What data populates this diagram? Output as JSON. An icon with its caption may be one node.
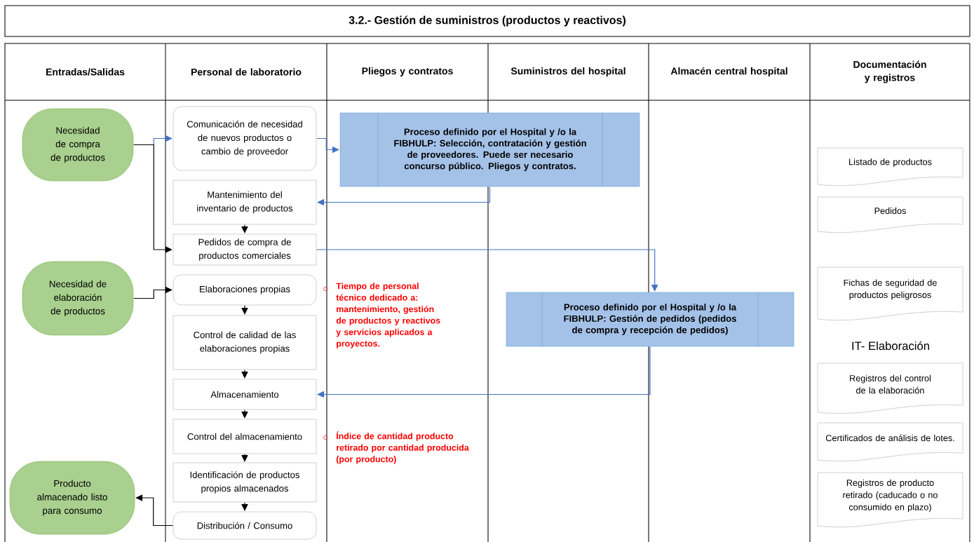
{
  "diagram": {
    "title": "3.2.- Gestión de suministros (productos y reactivos)",
    "nodes": [
      {
        "text": [
          "Necesidad de compra de productos"
        ]
      },
      {
        "text": [
          "Necesidad de elaboración de productos"
        ]
      },
      {
        "text": [
          "Producto almacenado listo para consumo"
        ]
      },
      {
        "text": [
          "Comunicación de necesidad de nuevos productos o cambio de proveedor"
        ]
      },
      {
        "text": [
          "Mantenimiento del inventario de productos"
        ]
      },
      {
        "text": [
          "Pedidos de compra de productos comerciales"
        ]
      },
      {
        "text": [
          "Elaboraciones propias"
        ]
      },
      {
        "text": [
          "Control de calidad de las elaboraciones propias"
        ]
      },
      {
        "text": [
          "Almacenamiento"
        ]
      },
      {
        "text": [
          "Control del almacenamiento"
        ]
      },
      {
        "text": [
          "Identificación de productos propios almacenados"
        ]
      },
      {
        "text": [
          "Distribución / Consumo"
        ]
      },
      {
        "text": [
          "Proceso definido por el Hospital y /o la FIBHULP:",
          "Selección, contratación y gestión de proveedores. Puede ser necesario concurso público. Pliegos y contratos."
        ]
      },
      {
        "text": [
          "Proceso definido por el Hospital y /o la FIBHULP:",
          "Gestión de pedidos (pedidos de compra y recepción de pedidos)"
        ]
      },
      {
        "text": [
          "Listado de productos"
        ]
      },
      {
        "text": [
          "Pedidos"
        ]
      },
      {
        "text": [
          "Fichas de seguridad de productos peligrosos"
        ]
      },
      {
        "text": [
          "Registros del control de la elaboración"
        ]
      },
      {
        "text": [
          "Certificados de análisis de lotes."
        ]
      },
      {
        "text": [
          "Registros de producto retirado (caducado o no consumido en plazo)"
        ]
      }
    ],
    "edges": [
      {
        "from": 0,
        "to": 3,
        "arrow": "to",
        "color": "#4472c4"
      },
      {
        "from": 0,
        "to": 5,
        "arrow": "to"
      },
      {
        "from": 3,
        "to": 12,
        "arrow": "to",
        "color": "#4472c4"
      },
      {
        "from": 12,
        "to": 4,
        "arrow": "to",
        "color": "#4472c4"
      },
      {
        "from": 4,
        "to": 5,
        "arrow": "to"
      },
      {
        "from": 5,
        "to": 13,
        "arrow": "to",
        "color": "#4472c4"
      },
      {
        "from": 1,
        "to": 6,
        "arrow": "to"
      },
      {
        "from": 6,
        "to": 7,
        "arrow": "to"
      },
      {
        "from": 7,
        "to": 8,
        "arrow": "to"
      },
      {
        "from": 13,
        "to": 8,
        "arrow": "to",
        "color": "#4472c4"
      },
      {
        "from": 8,
        "to": 9,
        "arrow": "to"
      },
      {
        "from": 9,
        "to": 10,
        "arrow": "to"
      },
      {
        "from": 10,
        "to": 11,
        "arrow": "to"
      },
      {
        "from": 11,
        "to": 2,
        "arrow": "to"
      }
    ],
    "labels": [
      "Entradas/Salidas",
      "Personal de laboratorio",
      "Pliegos y contratos",
      "Suministros del hospital",
      "Almacén central hospital",
      "Documentación y registros",
      "Tiempo de personal técnico dedicado a: mantenimiento, gestión de productos y reactivos y servicios aplicados a proyectos.",
      "IT- Elaboración",
      "Índice de cantidad producto retirado por cantidad producida (por producto)"
    ]
  }
}
